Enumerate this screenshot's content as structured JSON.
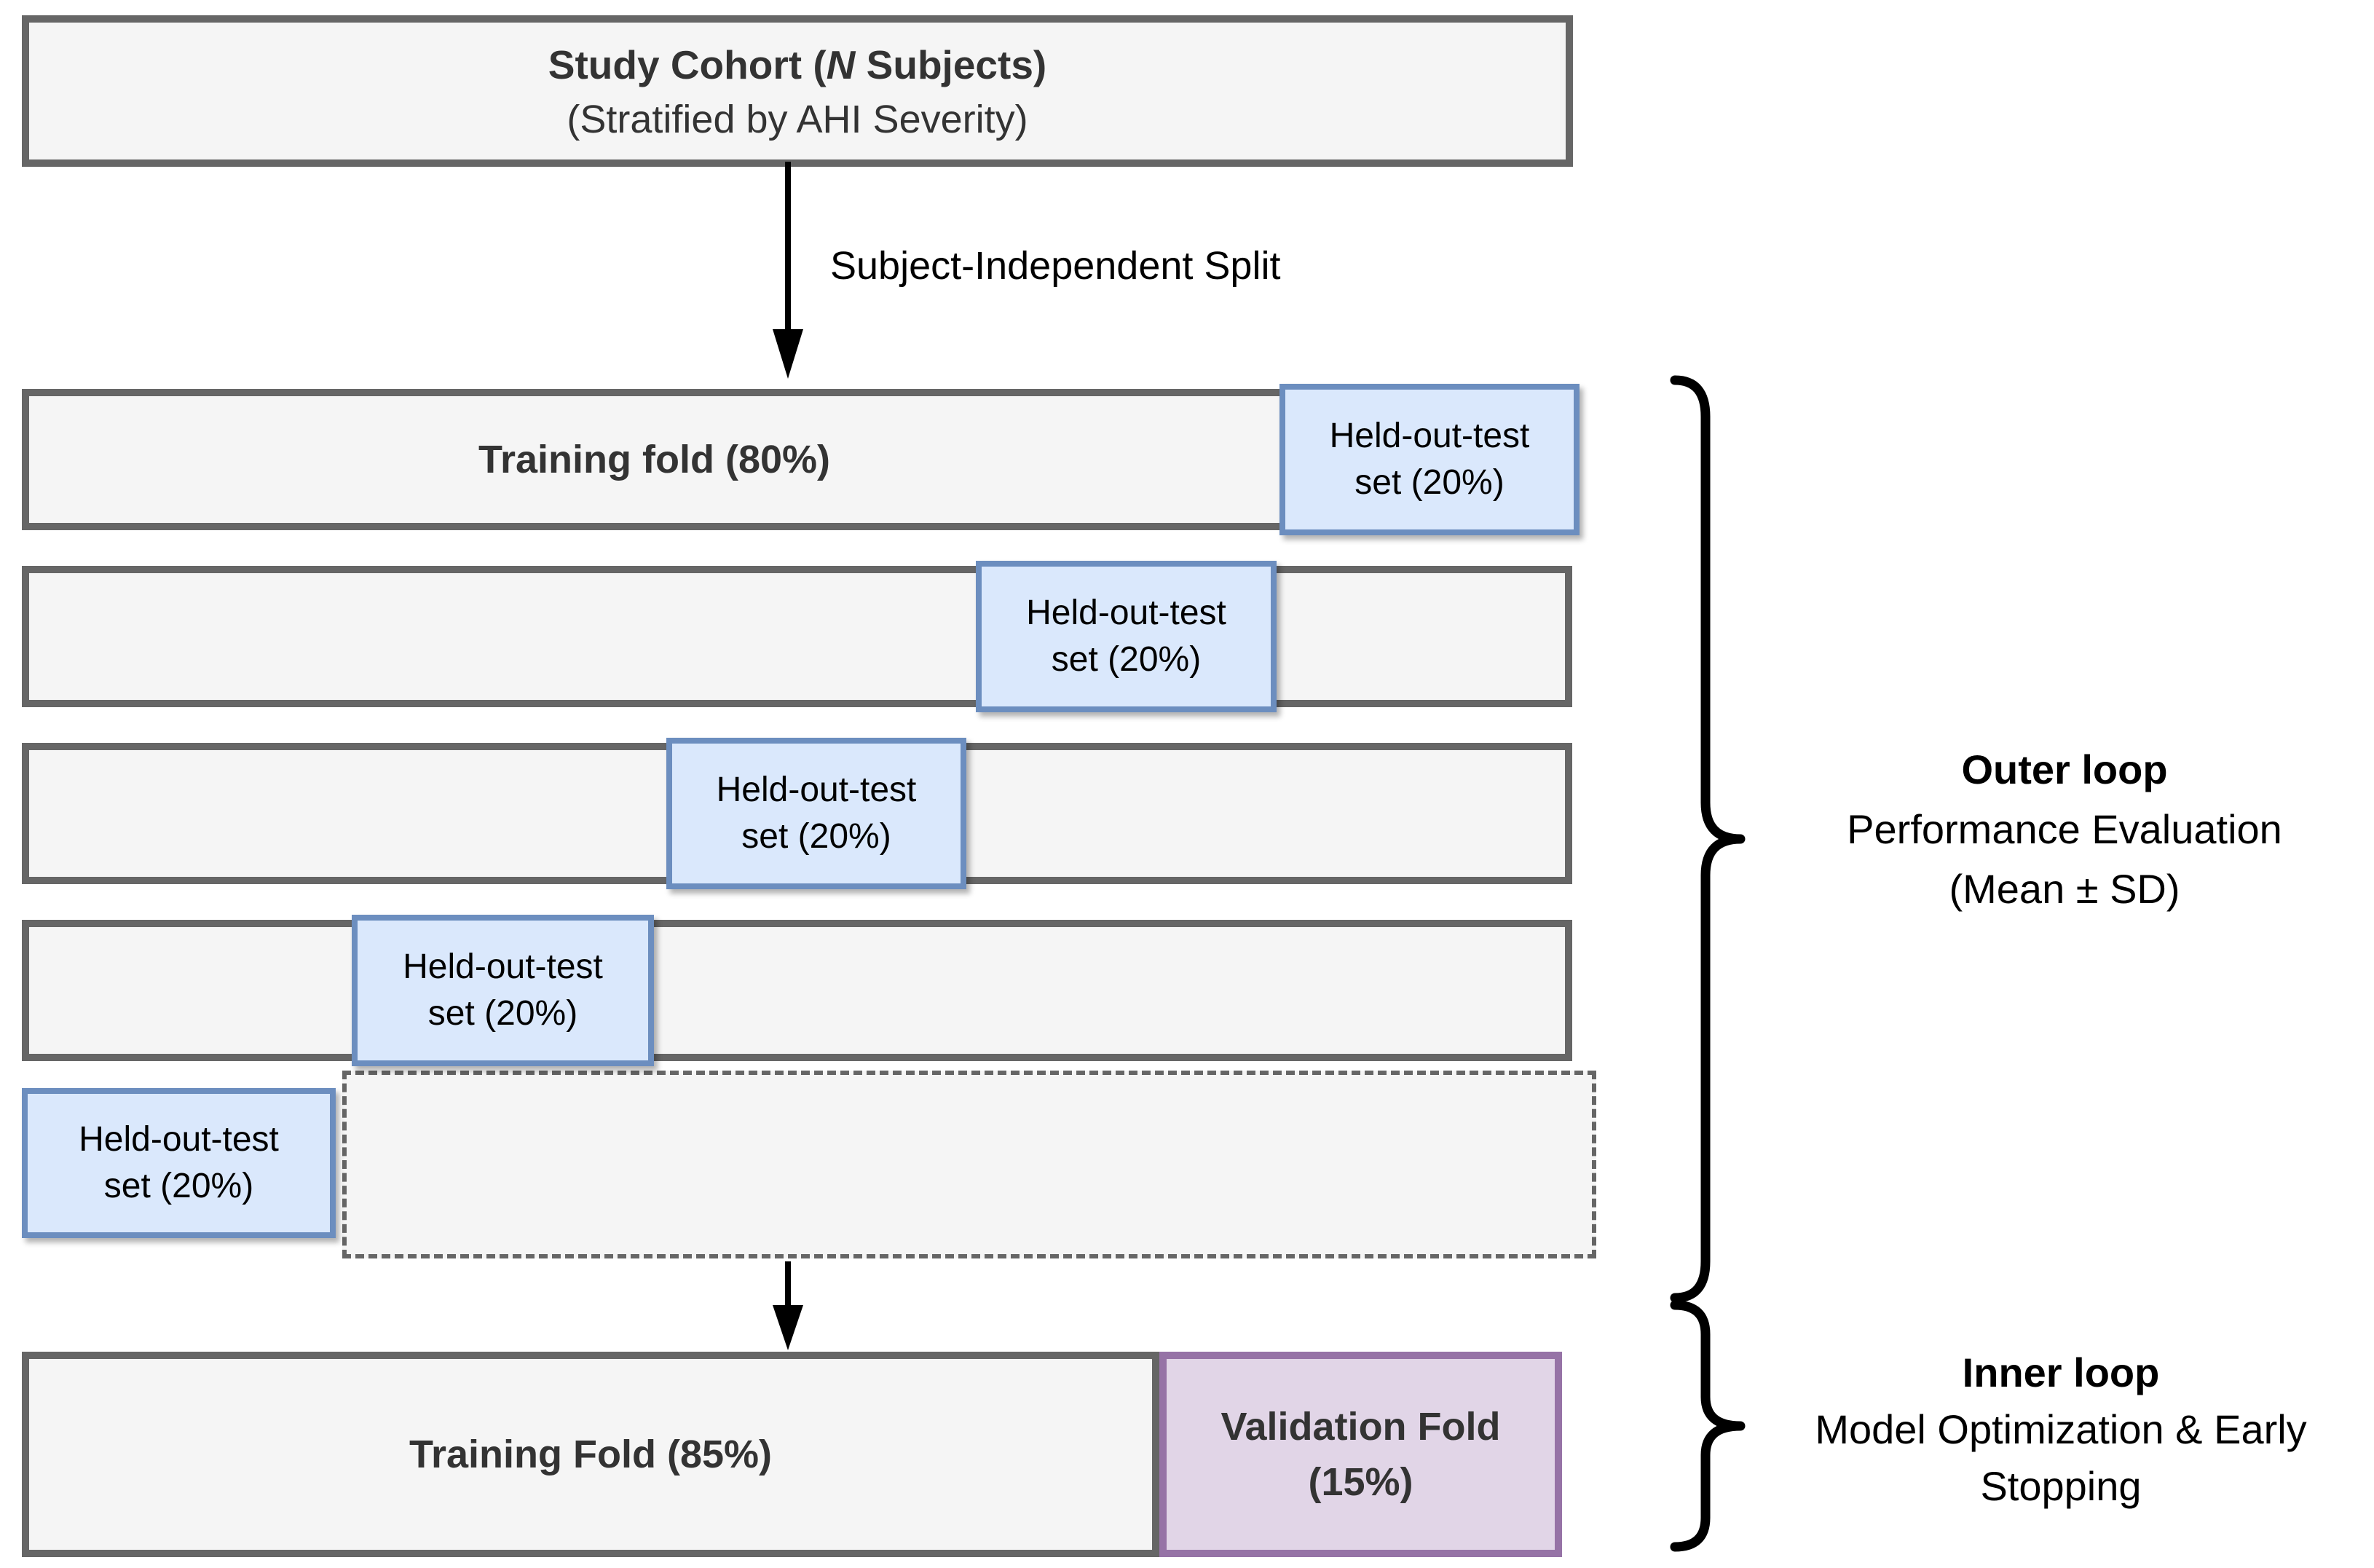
{
  "cohort_box": {
    "title_prefix": "Study Cohort (",
    "title_n": "N",
    "title_suffix": " Subjects)",
    "subtitle": "(Stratified by AHI Severity)"
  },
  "split_arrow": {
    "label": "Subject-Independent Split"
  },
  "outer_cv": {
    "training_fold_label": "Training fold (80%)",
    "held_out_line1": "Held-out-test",
    "held_out_line2": "set (20%)"
  },
  "outer_loop_label": {
    "title": "Outer loop",
    "line1": "Performance Evaluation",
    "line2": "(Mean ± SD)"
  },
  "inner_split": {
    "training_label": "Training Fold (85%)",
    "validation_line1": "Validation Fold",
    "validation_line2": "(15%)"
  },
  "inner_loop_label": {
    "title": "Inner loop",
    "line1": "Model Optimization & Early",
    "line2": "Stopping"
  },
  "colors": {
    "row_fill": "#f5f5f5",
    "row_border": "#666666",
    "heldout_fill": "#dae8fc",
    "heldout_border": "#6c8ebf",
    "validation_fill": "#e1d5e7",
    "validation_border": "#9673a6"
  }
}
